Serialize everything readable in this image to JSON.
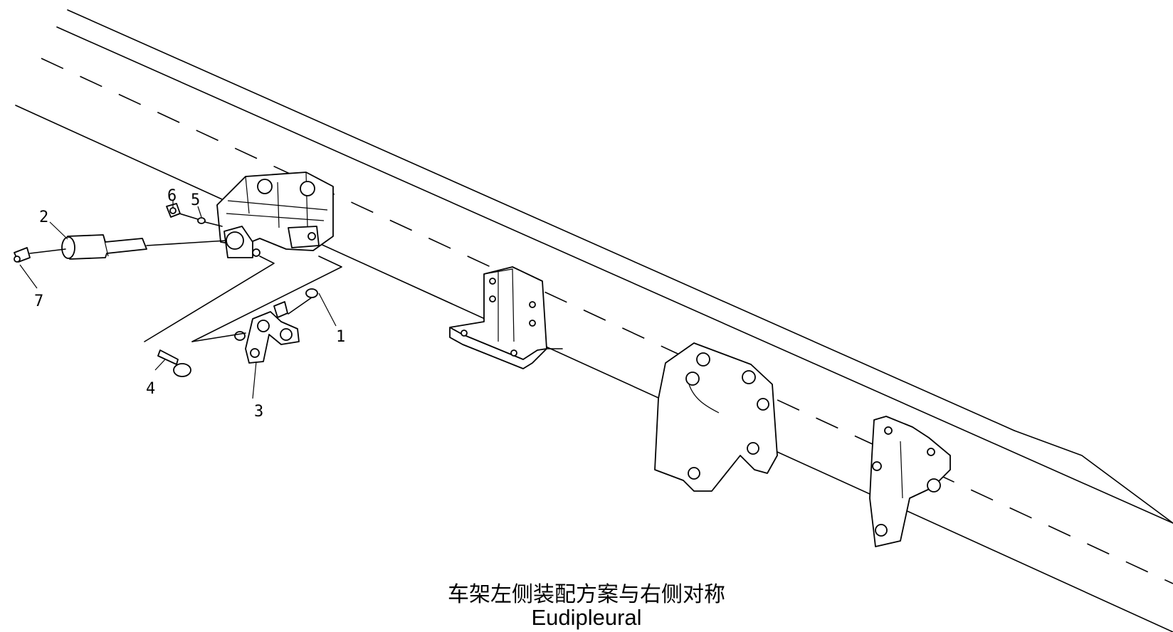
{
  "drawing": {
    "callouts": [
      "1",
      "2",
      "3",
      "4",
      "5",
      "6",
      "7"
    ]
  },
  "caption": {
    "chinese": "车架左侧装配方案与右侧对称",
    "english": "Eudipleural"
  }
}
